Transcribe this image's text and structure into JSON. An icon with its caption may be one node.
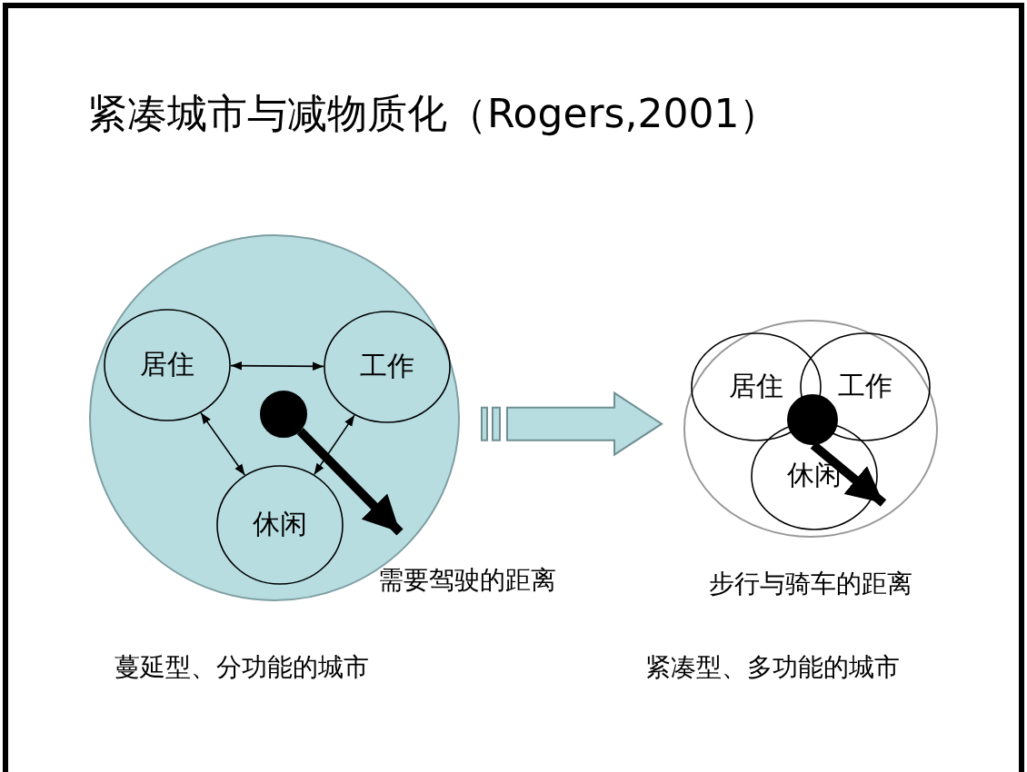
{
  "diagram": {
    "title": "紧凑城市与减物质化（Rogers,2001）",
    "nodes": [
      {
        "text": [],
        "shape": "circle"
      },
      {
        "text": [
          "居住"
        ],
        "in": 0
      },
      {
        "text": [
          "工作"
        ],
        "in": 0
      },
      {
        "text": [
          "休闲"
        ],
        "in": 0
      },
      {
        "text": [],
        "shape": "circle",
        "in": 0
      },
      {
        "text": [],
        "shape": "circle"
      },
      {
        "text": [
          "居住"
        ],
        "in": 5
      },
      {
        "text": [
          "工作"
        ],
        "in": 5
      },
      {
        "text": [
          "休闲"
        ],
        "in": 5
      },
      {
        "text": [],
        "shape": "circle",
        "in": 5
      }
    ],
    "edges": [
      {
        "from": 1,
        "to": 2,
        "arrow": "both"
      },
      {
        "from": 1,
        "to": 3,
        "arrow": "both"
      },
      {
        "from": 2,
        "to": 3,
        "arrow": "both"
      },
      {
        "from": 4,
        "to": null,
        "arrow": "to",
        "style": "thick"
      },
      {
        "from": 0,
        "to": 5,
        "arrow": "to",
        "style": "thick",
        "color": "#b7dde1"
      },
      {
        "from": 9,
        "to": 8,
        "arrow": "to",
        "style": "thick"
      }
    ],
    "labels": [
      "需要驾驶的距离",
      "步行与骑车的距离",
      "蔓延型、分功能的城市",
      "紧凑型、多功能的城市"
    ]
  }
}
